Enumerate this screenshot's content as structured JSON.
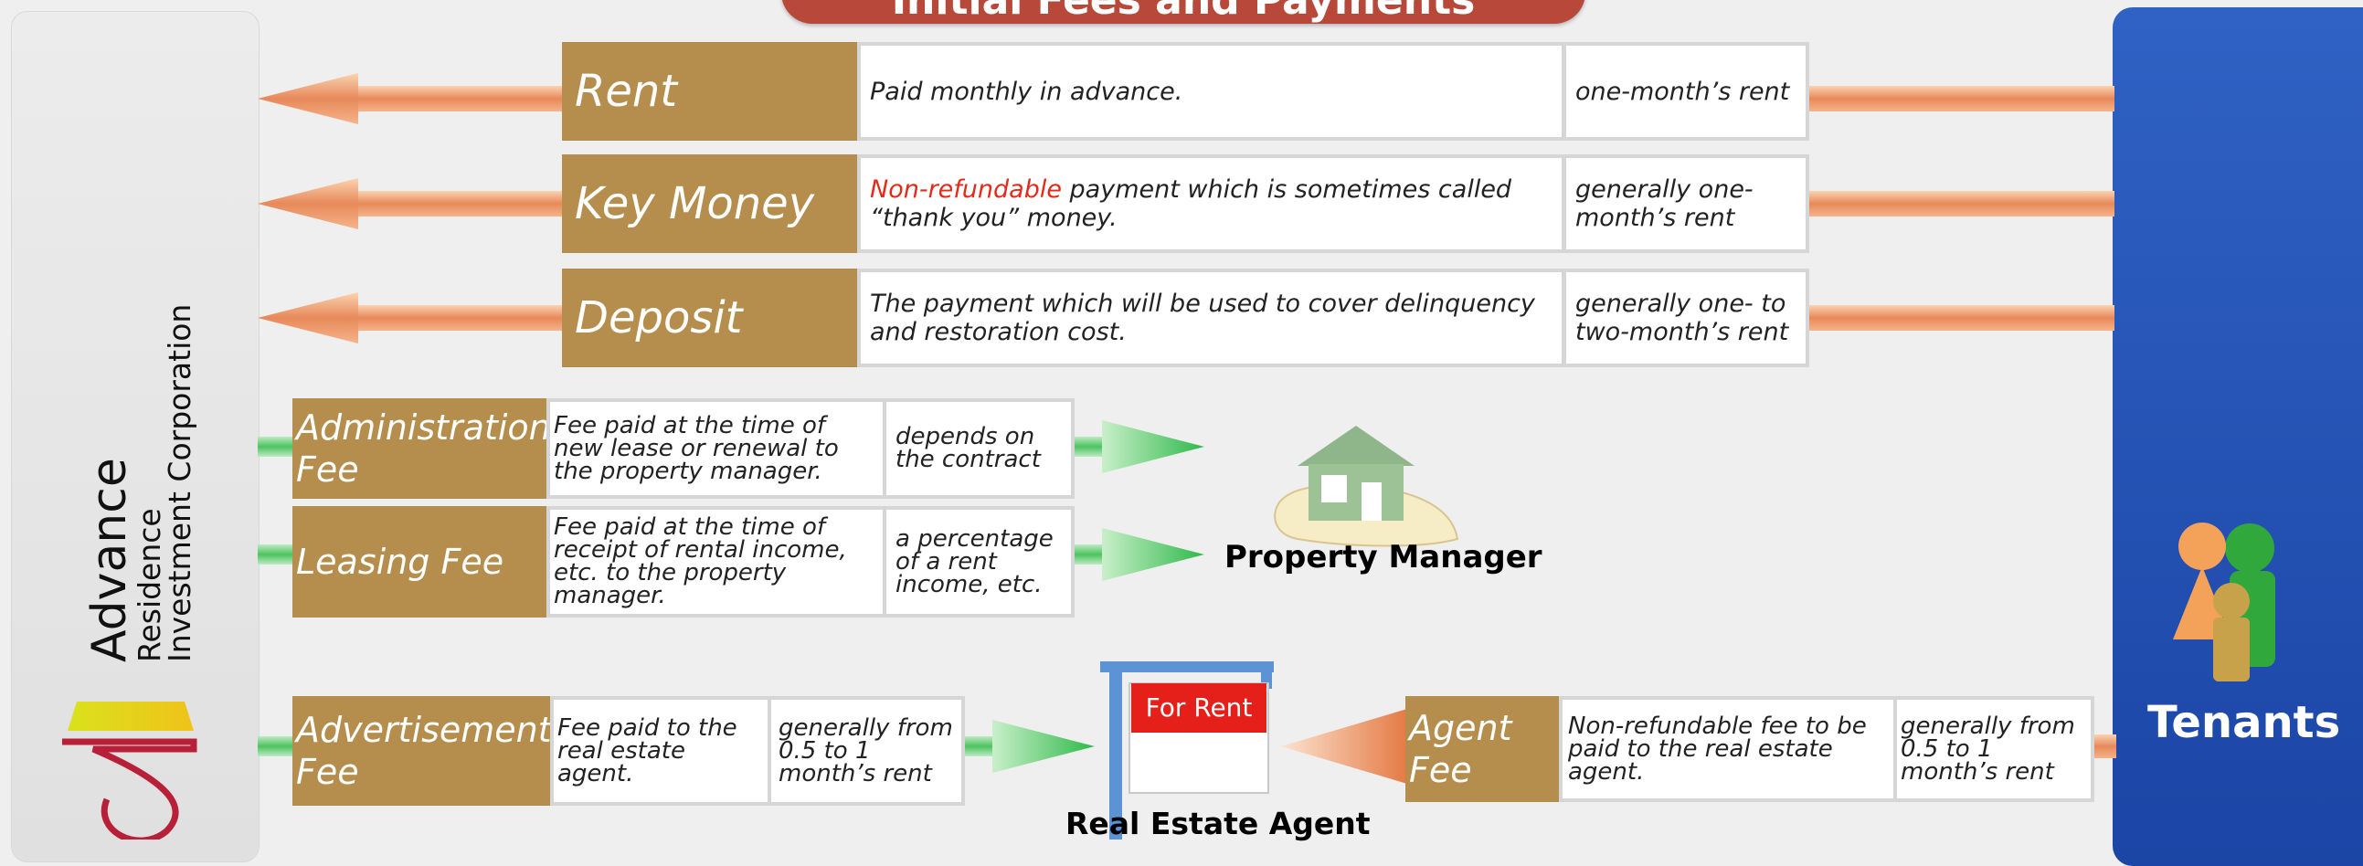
{
  "title": "Initial Fees and Payments",
  "left_entity": {
    "line1": "Advance",
    "line2": "Residence",
    "line3": "Investment Corporation"
  },
  "right_entity": {
    "label": "Tenants"
  },
  "property_manager": {
    "label": "Property Manager"
  },
  "real_estate_agent": {
    "label": "Real Estate Agent",
    "sign": "For Rent"
  },
  "top_rows": [
    {
      "label": "Rent",
      "desc_red": "",
      "desc": "Paid monthly in advance.",
      "amount": "one-month’s rent"
    },
    {
      "label": "Key Money",
      "desc_red": "Non-refundable",
      "desc": " payment which is sometimes called “thank you” money.",
      "amount": "generally one-month’s rent"
    },
    {
      "label": "Deposit",
      "desc_red": "",
      "desc": "The payment which will be used to cover delinquency and restoration cost.",
      "amount": "generally one- to two-month’s rent"
    }
  ],
  "pm_rows": [
    {
      "label": "Administration Fee",
      "desc": "Fee paid at the time of new lease or renewal to the property manager.",
      "amount": "depends on the contract"
    },
    {
      "label": "Leasing Fee",
      "desc": "Fee paid at the time of receipt of rental income, etc. to the property manager.",
      "amount": "a percentage of a rent income, etc."
    }
  ],
  "ad_row": {
    "label": "Advertisement Fee",
    "desc": "Fee paid to the real estate agent.",
    "amount": "generally from 0.5 to 1 month’s rent"
  },
  "agent_row": {
    "label": "Agent Fee",
    "desc": "Non-refundable fee to be paid to the real estate agent.",
    "amount": "generally from 0.5 to 1 month’s rent"
  },
  "colors": {
    "label_bg": "#b58d4c",
    "title_bg": "#b8483a",
    "tenants_bg": "#2252b8",
    "accent_red": "#e22b1a"
  }
}
